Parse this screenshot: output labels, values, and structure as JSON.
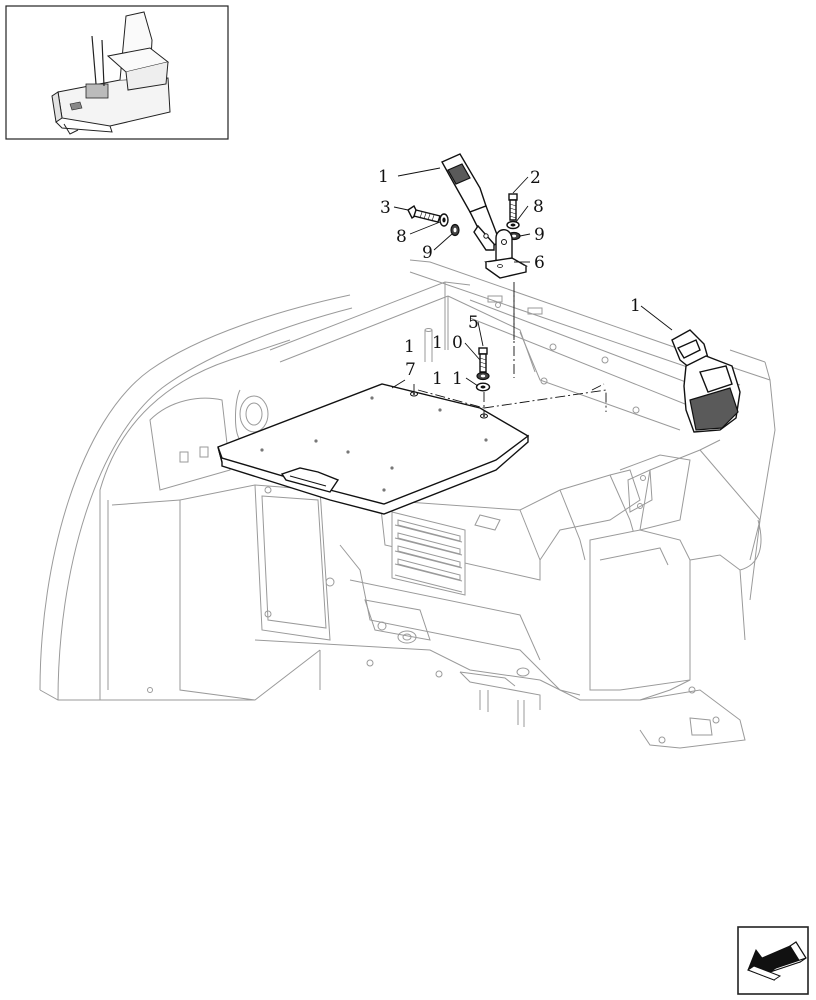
{
  "diagram": {
    "callouts": [
      {
        "id": "c1a",
        "text": "1"
      },
      {
        "id": "c2",
        "text": "2"
      },
      {
        "id": "c3",
        "text": "3"
      },
      {
        "id": "c8a",
        "text": "8"
      },
      {
        "id": "c8b",
        "text": "8"
      },
      {
        "id": "c9a",
        "text": "9"
      },
      {
        "id": "c9b",
        "text": "9"
      },
      {
        "id": "c6",
        "text": "6"
      },
      {
        "id": "c1b",
        "text": "1"
      },
      {
        "id": "c5",
        "text": "5"
      },
      {
        "id": "c10a",
        "text": "1"
      },
      {
        "id": "c10b",
        "text": "0"
      },
      {
        "id": "c11a",
        "text": "1"
      },
      {
        "id": "c11b",
        "text": "1"
      },
      {
        "id": "c7",
        "text": "7"
      },
      {
        "id": "c1c",
        "text": "1"
      }
    ]
  },
  "thumbnail": {
    "icon": "operator-seat-thumbnail-icon"
  },
  "navigation": {
    "icon": "previous-page-arrow-icon"
  }
}
